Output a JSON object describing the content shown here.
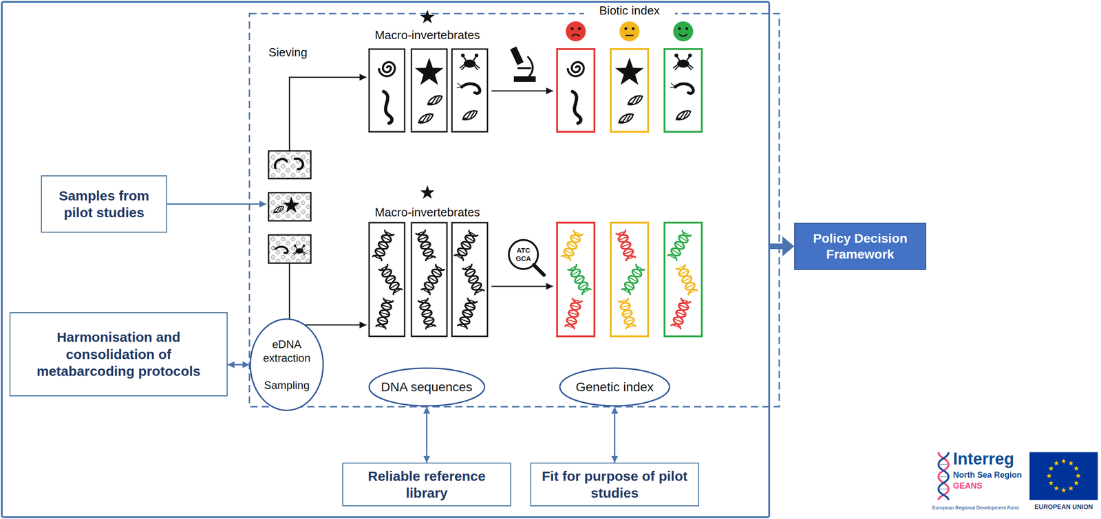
{
  "diagram": {
    "nodes": [
      {
        "text": [
          "Samples from pilot studies"
        ]
      },
      {
        "text": [
          "Harmonisation and consolidation of metabarcoding protocols"
        ]
      },
      {
        "text": [
          "eDNA extraction",
          "Sampling"
        ]
      },
      {
        "text": [
          "DNA sequences"
        ]
      },
      {
        "text": [
          "Genetic index"
        ]
      },
      {
        "text": [
          "Reliable reference library"
        ]
      },
      {
        "text": [
          "Fit for purpose of pilot studies"
        ]
      },
      {
        "text": [
          "Policy Decision Framework"
        ]
      }
    ],
    "edges": [
      {
        "from": 1,
        "to": 2,
        "arrow": "both"
      },
      {
        "from": 3,
        "to": 5,
        "arrow": "both"
      },
      {
        "from": 4,
        "to": 6,
        "arrow": "both"
      }
    ],
    "labels": [
      "Sieving",
      "Macro-invertebrates",
      "Biotic index",
      "Macro-invertebrates",
      "ATC GCA",
      "Interreg",
      "North Sea Region",
      "GEANS",
      "European Regional Development Fund",
      "EUROPEAN UNION"
    ]
  }
}
